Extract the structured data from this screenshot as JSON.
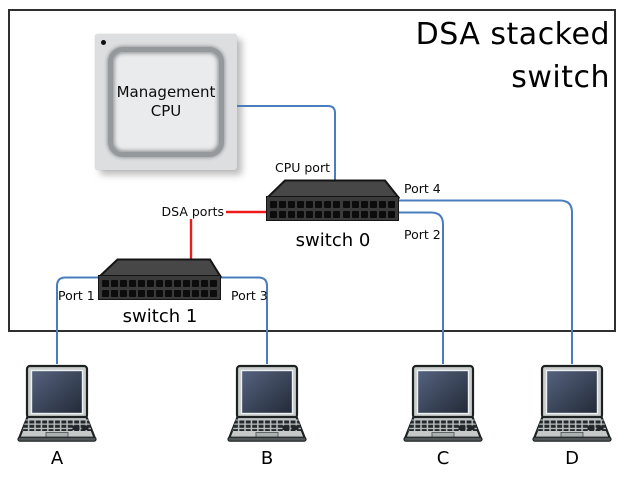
{
  "title": "DSA stacked switch",
  "chip": {
    "label": "Management CPU"
  },
  "switch0": {
    "name": "switch 0"
  },
  "switch1": {
    "name": "switch 1"
  },
  "port_labels": {
    "cpu_port": "CPU port",
    "dsa_ports": "DSA ports",
    "port_4": "Port 4",
    "port_2": "Port 2",
    "port_1": "Port 1",
    "port_3": "Port 3"
  },
  "endpoints": [
    {
      "label": "A"
    },
    {
      "label": "B"
    },
    {
      "label": "C"
    },
    {
      "label": "D"
    }
  ],
  "colors": {
    "ethernet_link": "#4a7dbd",
    "dsa_link": "#ef1a1a",
    "frame_border": "#2f2f2f",
    "switch_front": "#3a3a3a",
    "switch_top": "#474747",
    "port_hole": "#0c0c0c"
  }
}
